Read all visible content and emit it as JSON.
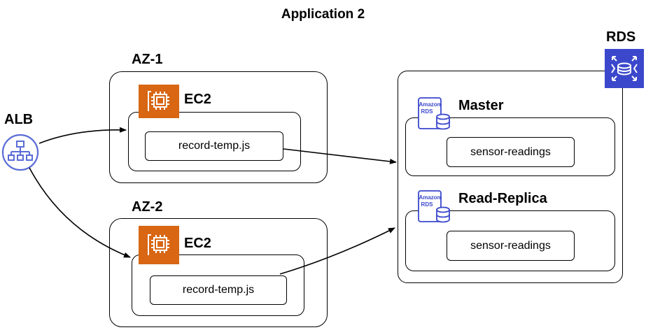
{
  "title": "Application 2",
  "alb": {
    "label": "ALB",
    "icon": "load-balancer-icon"
  },
  "az1": {
    "label": "AZ-1",
    "ec2": {
      "label": "EC2",
      "icon": "ec2-instance-icon",
      "script": "record-temp.js"
    }
  },
  "az2": {
    "label": "AZ-2",
    "ec2": {
      "label": "EC2",
      "icon": "ec2-instance-icon",
      "script": "record-temp.js"
    }
  },
  "rds": {
    "label": "RDS",
    "icon": "rds-icon",
    "master": {
      "label": "Master",
      "badge_top": "Amazon",
      "badge_bottom": "RDS",
      "table": "sensor-readings"
    },
    "replica": {
      "label": "Read-Replica",
      "badge_top": "Amazon",
      "badge_bottom": "RDS",
      "table": "sensor-readings"
    }
  },
  "colors": {
    "ec2_orange": "#D86613",
    "rds_blue": "#3B48CC",
    "stroke": "#000000",
    "alb_purple": "#5A6BD6"
  }
}
